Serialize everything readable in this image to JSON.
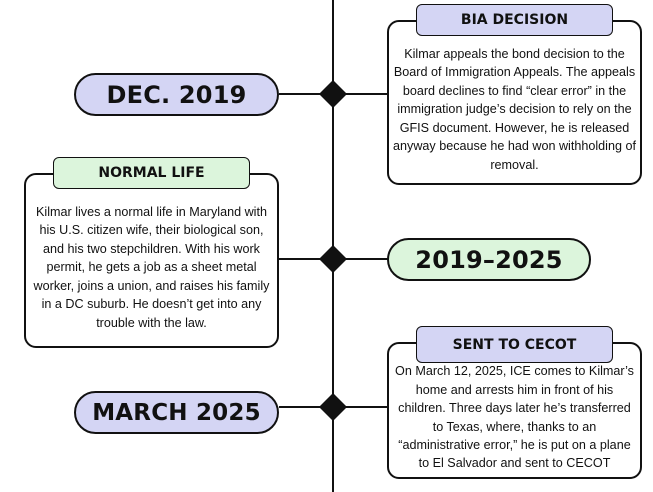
{
  "events": [
    {
      "label": "BIA DECISION",
      "text": "Kilmar appeals the bond decision to the Board of Immigration Appeals. The appeals board declines to find “clear error” in the immigration judge’s decision to rely on the GFIS document. However, he is released anyway because he had won withholding of removal."
    },
    {
      "label": "NORMAL LIFE",
      "text": "Kilmar lives a normal life in Maryland with his U.S. citizen wife, their biological son, and his two stepchildren. With his work permit, he gets a job as a sheet metal worker, joins a union, and raises his family in a DC suburb. He doesn’t get into any trouble with the law."
    },
    {
      "label": "SENT TO CECOT",
      "text": "On March 12, 2025, ICE comes to Kilmar’s home and arrests him in front of his children. Three days later he’s transferred to Texas, where, thanks to an “administrative error,” he is put on a plane to El Salvador and sent to CECOT"
    }
  ],
  "dates": [
    "DEC. 2019",
    "2019–2025",
    "MARCH 2025"
  ],
  "colors": {
    "lavender": "#d4d5f4",
    "mint": "#dcf5dc",
    "ink": "#111111"
  }
}
